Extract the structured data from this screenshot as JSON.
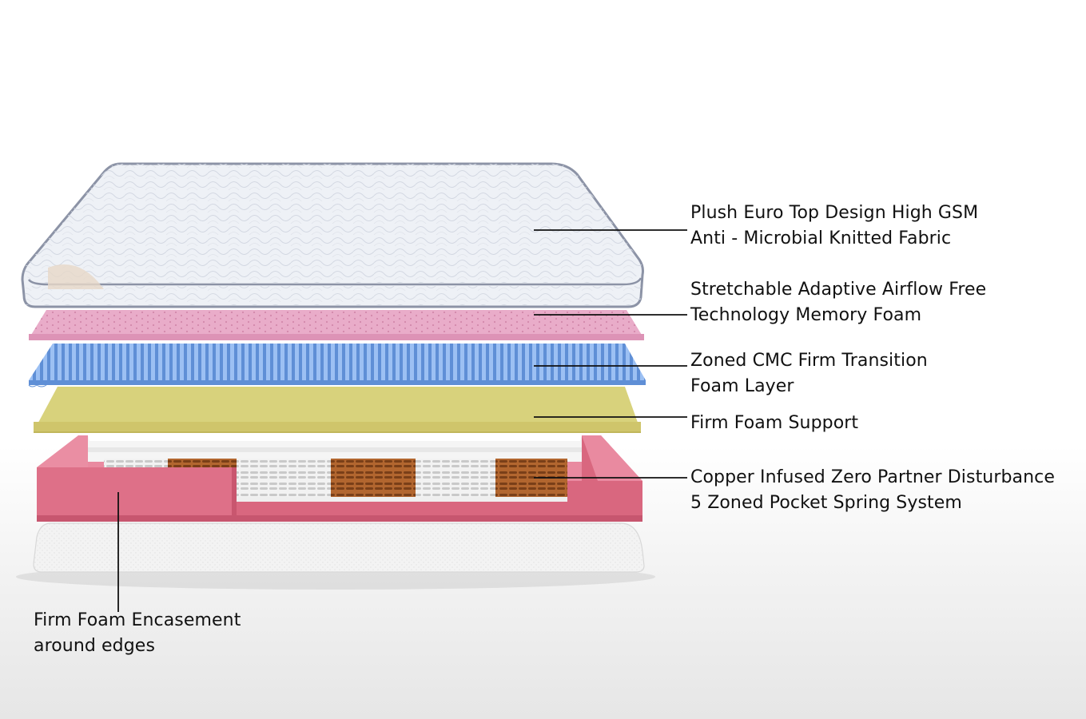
{
  "labels": {
    "top_fabric": {
      "line1": "Plush Euro Top Design High GSM",
      "line2": "Anti - Microbial Knitted Fabric"
    },
    "memory_foam": {
      "line1": "Stretchable Adaptive Airflow Free",
      "line2": "Technology Memory Foam"
    },
    "transition_layer": {
      "line1": "Zoned CMC Firm Transition",
      "line2": "Foam Layer"
    },
    "firm_support": {
      "line1": "Firm Foam Support"
    },
    "spring_system": {
      "line1": "Copper Infused Zero Partner Disturbance",
      "line2": "5 Zoned Pocket Spring System"
    },
    "encasement": {
      "line1": "Firm Foam Encasement",
      "line2": "around edges"
    }
  },
  "colors": {
    "fabric": "#eef1f6",
    "fabric_edge": "#8c93a6",
    "memory_foam": "#e8a9c8",
    "transition_foam": "#7fa8e6",
    "firm_foam": "#d6cf7a",
    "encasement_foam": "#d9677f",
    "copper_spring": "#a45a2a",
    "white_spring": "#e9e9e9",
    "base_fabric": "#f4f4f4",
    "leader_line": "#111111"
  },
  "icons": {
    "mattress": "mattress-layers-illustration"
  }
}
